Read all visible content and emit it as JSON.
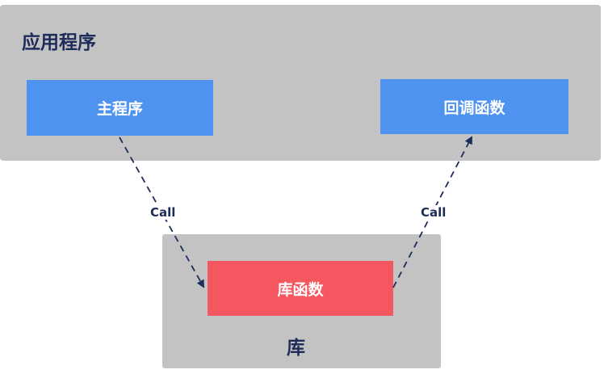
{
  "app_panel": {
    "title": "应用程序",
    "main_box": "主程序",
    "callback_box": "回调函数"
  },
  "lib_panel": {
    "title": "库",
    "function_box": "库函数"
  },
  "edges": {
    "call_to_library": "Call",
    "call_to_callback": "Call"
  },
  "colors": {
    "panel_gray": "#c3c3c3",
    "box_blue": "#4f93f0",
    "box_red": "#f4575f",
    "title_navy": "#1d2c59"
  }
}
